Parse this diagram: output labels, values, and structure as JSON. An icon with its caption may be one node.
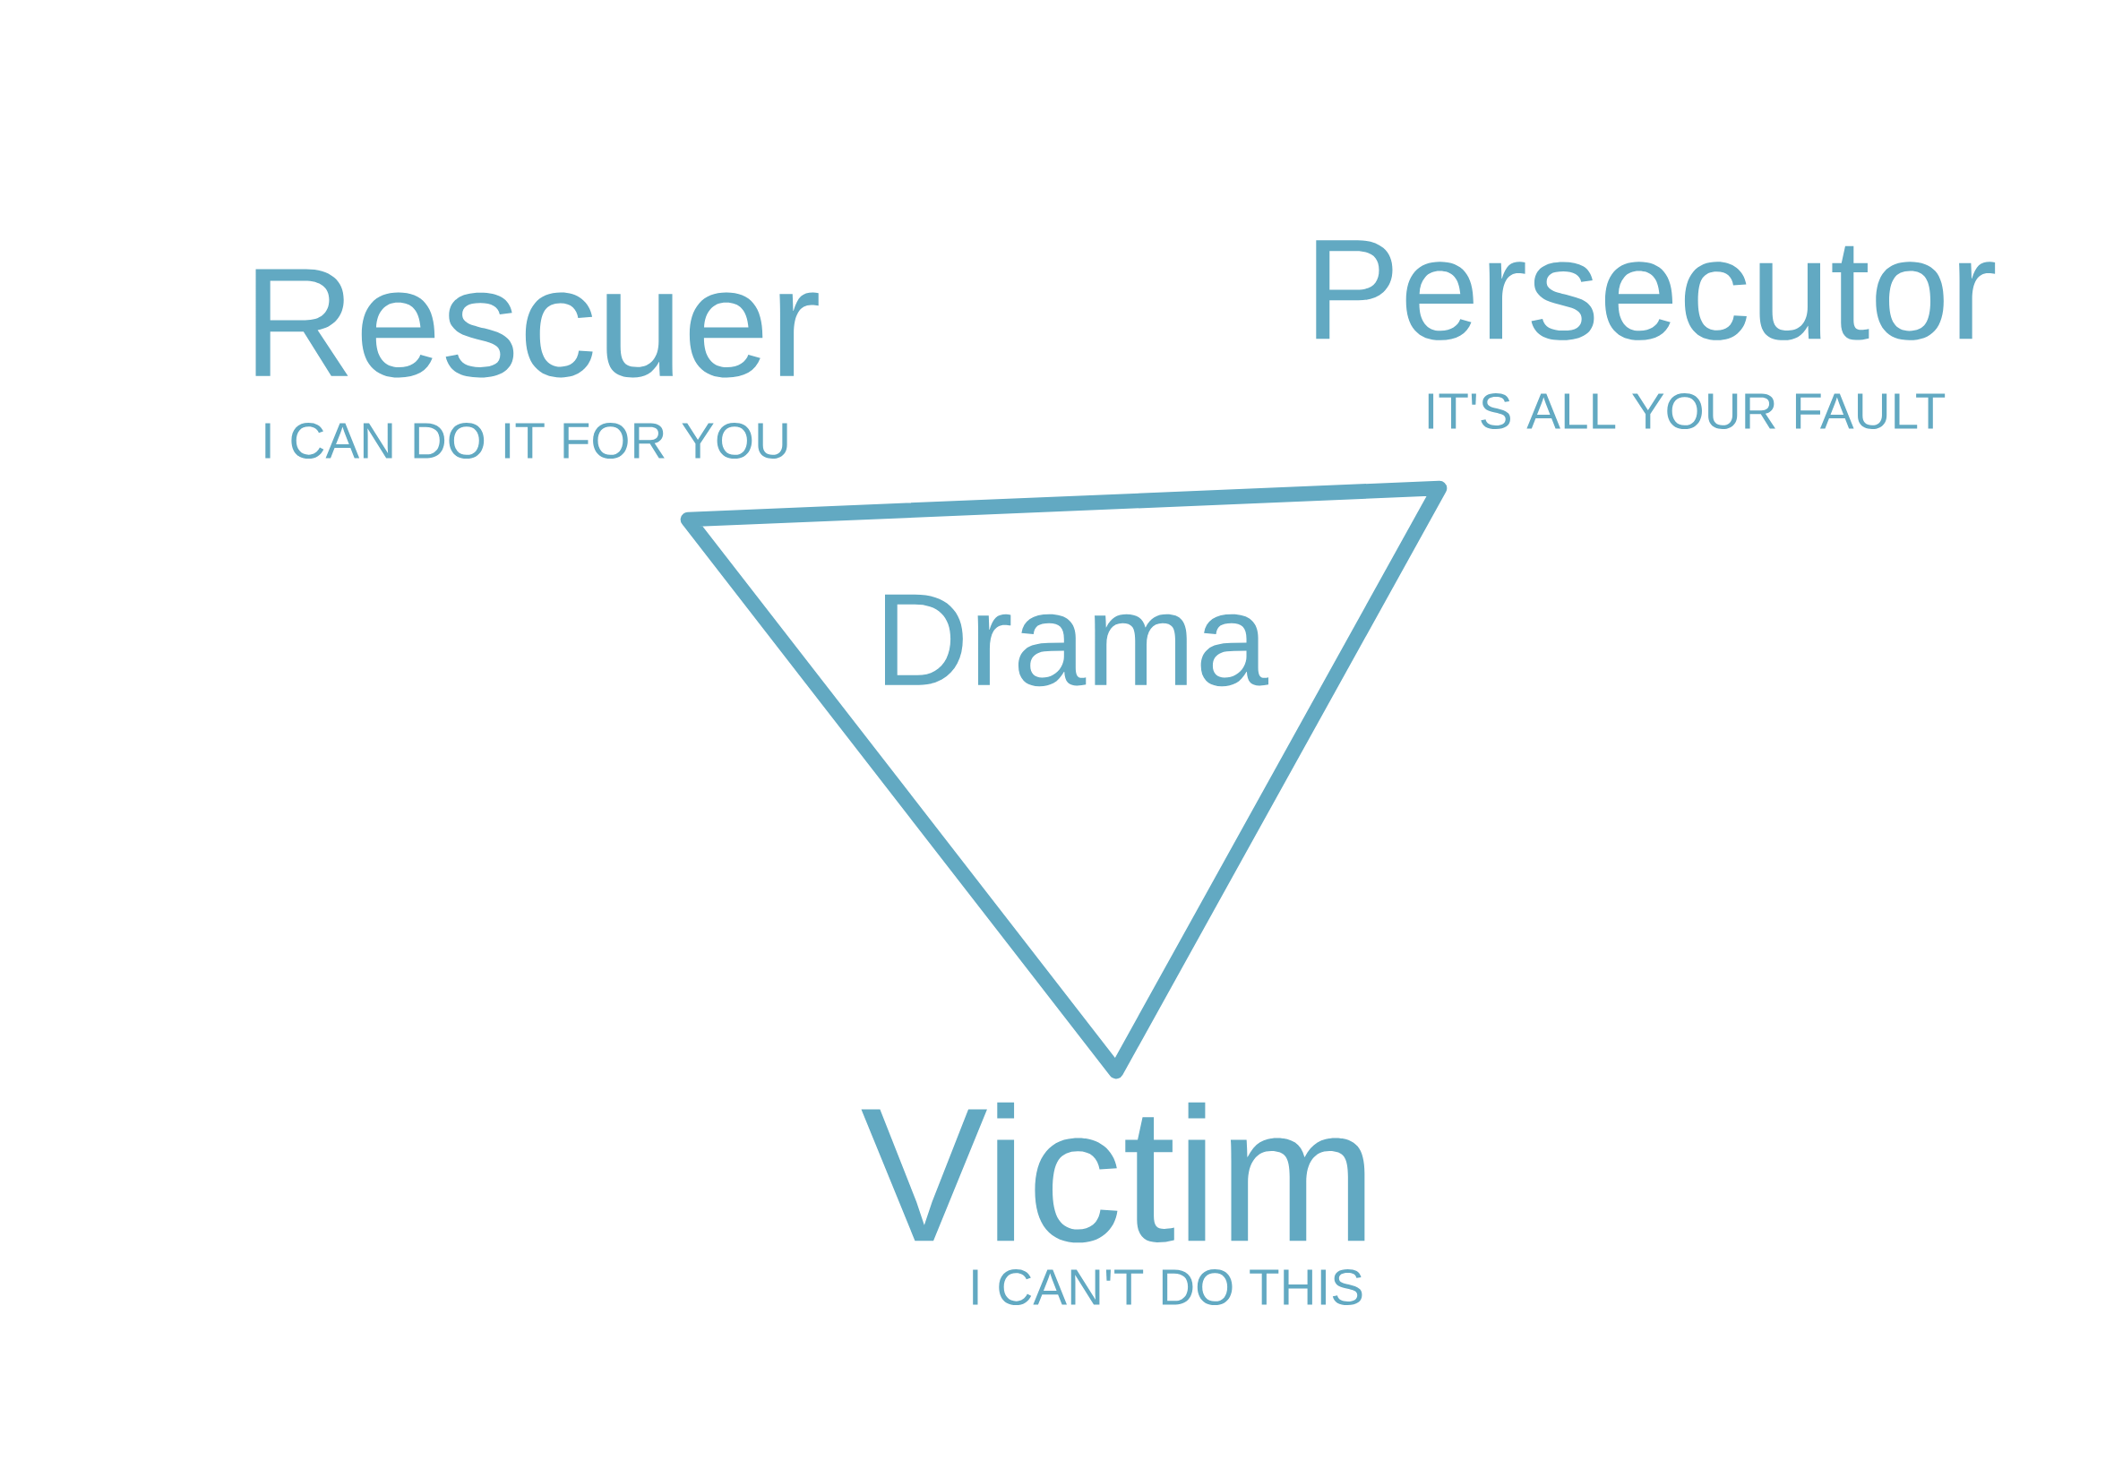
{
  "diagram": {
    "nodes": [
      {
        "text": [
          "Drama"
        ]
      }
    ],
    "edges": [],
    "labels": [
      "Rescuer",
      "I CAN DO IT FOR YOU",
      "Persecutor",
      "IT'S ALL YOUR FAULT",
      "Victim",
      "I CAN'T DO THIS"
    ]
  }
}
